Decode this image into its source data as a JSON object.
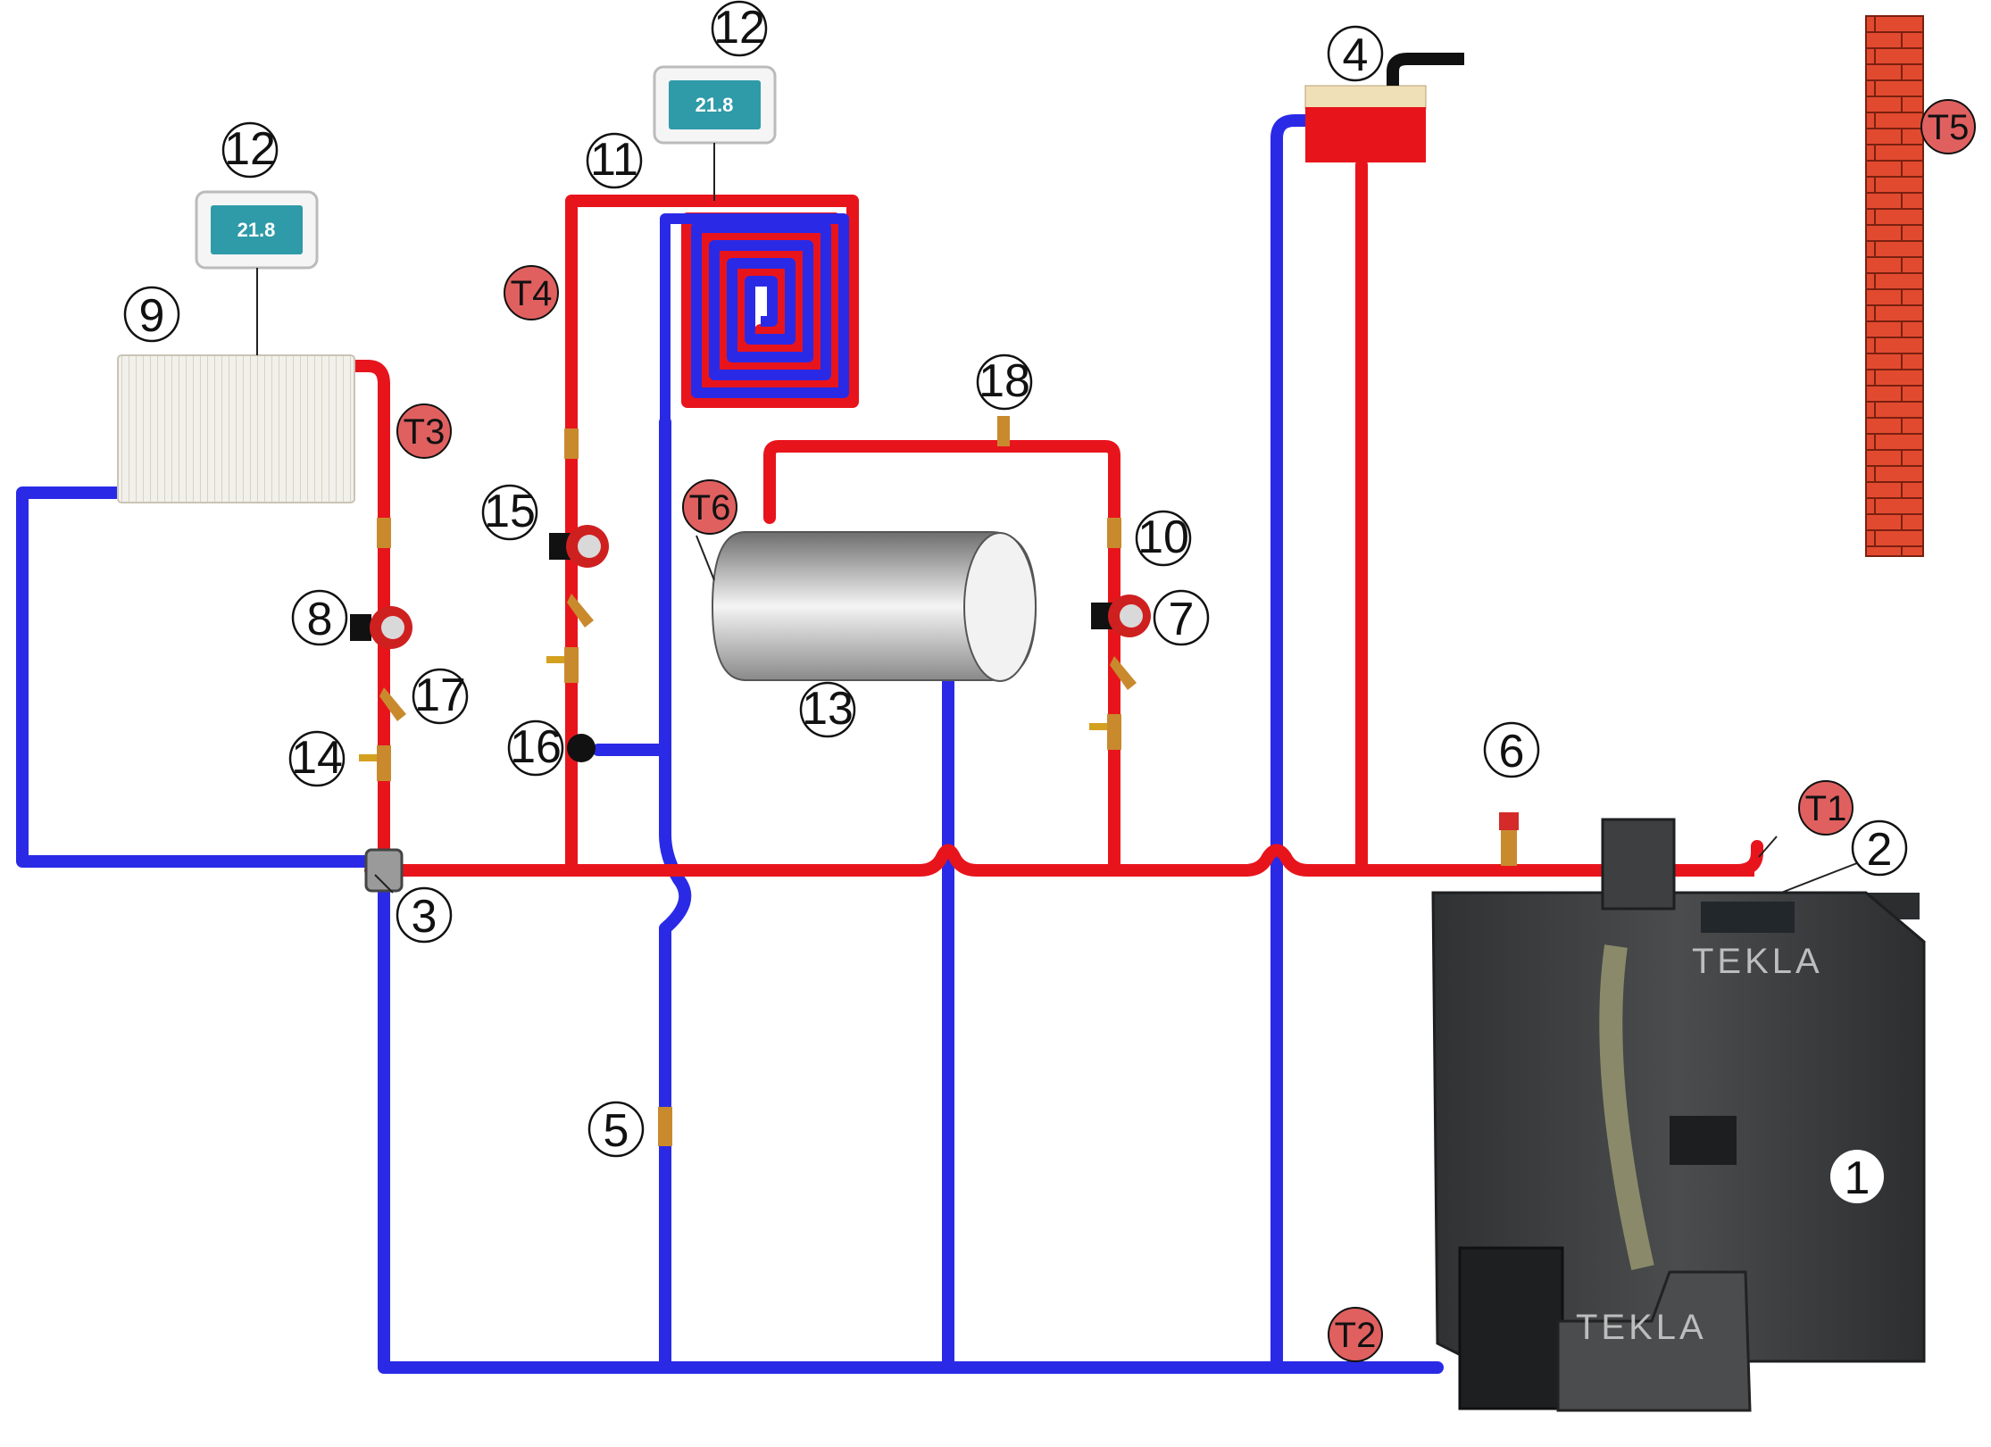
{
  "colors": {
    "supply": "#e8141c",
    "return": "#2a2ae6",
    "boiler": "#3d3f41",
    "brick": "#e24a2f",
    "tag_fill": "#e06060",
    "brass": "#c98a2e"
  },
  "labels": {
    "n1": "1",
    "n2": "2",
    "n3": "3",
    "n4": "4",
    "n5": "5",
    "n6": "6",
    "n7": "7",
    "n8": "8",
    "n9": "9",
    "n10": "10",
    "n11": "11",
    "n12a": "12",
    "n12b": "12",
    "n13": "13",
    "n14": "14",
    "n15": "15",
    "n16": "16",
    "n17": "17",
    "n18": "18"
  },
  "sensors": {
    "t1": "T1",
    "t2": "T2",
    "t3": "T3",
    "t4": "T4",
    "t5": "T5",
    "t6": "T6"
  },
  "thermostat": {
    "temp": "21.8"
  },
  "boiler": {
    "brand": "TEKLA"
  }
}
